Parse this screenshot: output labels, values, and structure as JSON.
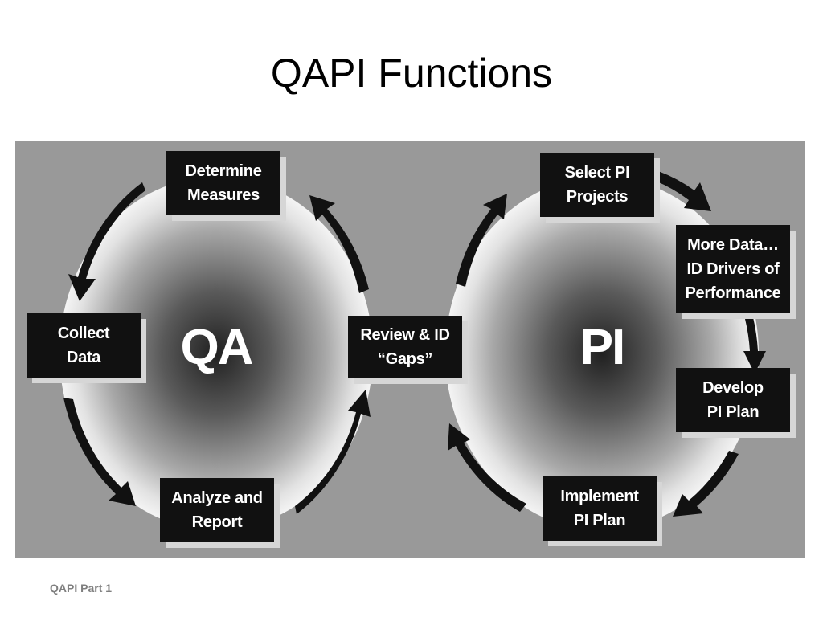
{
  "title": "QAPI Functions",
  "footer": "QAPI Part 1",
  "colors": {
    "panel": "#999999",
    "box": "#111111",
    "box_text": "#ffffff",
    "arrow": "#111111"
  },
  "qa_cycle": {
    "center": "QA",
    "steps": {
      "determine": "Determine\nMeasures",
      "collect": "Collect\nData",
      "analyze": "Analyze and\nReport",
      "review": "Review & ID\n“Gaps”"
    }
  },
  "pi_cycle": {
    "center": "PI",
    "steps": {
      "select": "Select PI\nProjects",
      "more_data": "More Data…\nID Drivers of\nPerformance",
      "develop": "Develop\nPI Plan",
      "implement": "Implement\nPI Plan"
    }
  }
}
